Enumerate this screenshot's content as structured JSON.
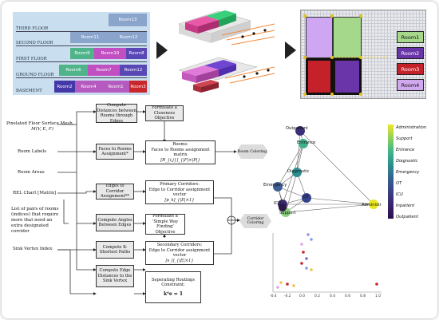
{
  "floor_plan": {
    "floors": [
      "THIRD FLOOR",
      "SECOND FLOOR",
      "FIRST FLOOR",
      "GROUND FLOOR",
      "BASEMENT"
    ],
    "rooms": [
      {
        "label": "Room13",
        "color": "#8aa4cc"
      },
      {
        "label": "Room11",
        "color": "#8aa4cc"
      },
      {
        "label": "Room12",
        "color": "#8aa4cc"
      },
      {
        "label": "Room9",
        "color": "#4fb48a"
      },
      {
        "label": "Room10",
        "color": "#c14fc2"
      },
      {
        "label": "Room8",
        "color": "#5a47b6"
      },
      {
        "label": "Room6",
        "color": "#4fb48a"
      },
      {
        "label": "Room7",
        "color": "#c14fc2"
      },
      {
        "label": "Room12",
        "color": "#5a47b6"
      },
      {
        "label": "Room2",
        "color": "#4437a8"
      },
      {
        "label": "Room4",
        "color": "#b55abf"
      },
      {
        "label": "Room1",
        "color": "#b55abf"
      },
      {
        "label": "Room3",
        "color": "#c8262a"
      }
    ]
  },
  "grid_plan": {
    "legend": [
      {
        "label": "Room1",
        "color": "#a6d88c"
      },
      {
        "label": "Room2",
        "color": "#6a35a8"
      },
      {
        "label": "Room3",
        "color": "#c4212a"
      },
      {
        "label": "Room4",
        "color": "#d0a8ee"
      }
    ]
  },
  "flowchart": {
    "inputs": {
      "mesh": "Pixelated Floor Surface Mesh,",
      "mesh_math": "M(V, E, F)",
      "room_labels": "Room Labels",
      "room_areas": "Room Areas",
      "rel_chart": "REL Chart [Matrix]",
      "pairs": "List of pairs of rooms (indices) that require more that need an extra designated corridor",
      "sink": "Sink Vertex Index"
    },
    "boxes": {
      "compute_distances": "Compute Distances between Rooms through Edges",
      "closeness": "Formulate a Closeness Objective",
      "faces_to_rooms": "Faces to Rooms Assignment*",
      "rooms_matrix_title": "Rooms:",
      "rooms_matrix_sub": "Faces to Rooms assignment matrix",
      "rooms_matrix_math": "[R_{i,j}]_{|F|×|P|}",
      "edges_to_corridor": "Edges to Corridor Assignment**",
      "primary_title": "Primary Corridors:",
      "primary_sub": "Edge to Corridor assignment vector",
      "primary_math": "[p_k]_{|E|×1}",
      "compute_angles": "Compute Angles Between Edges",
      "wayfinding": "Formulate a 'Simple Way Finding' Objective",
      "k_shortest": "Compute K-Shortest Paths",
      "secondary_title": "Secondary Corridors:",
      "secondary_sub": "Edge to Corridor assignment vector",
      "secondary_math": "[s_l]_{|E|×1}",
      "edge_distances": "Compute Edge Distances to the Sink Vertex",
      "separating": "Seperating Routings Constraint:",
      "separating_math": "kᵀe = 1",
      "room_coloring": "Room Coloring",
      "corridor_coloring": "Corridor Coloring"
    }
  },
  "graph": {
    "nodes": [
      {
        "label": "Outpatient",
        "color": "#3b2f7a"
      },
      {
        "label": "Entrance",
        "color": "#3fb18d"
      },
      {
        "label": "Diagnostic",
        "color": "#2f8d92"
      },
      {
        "label": "Emergency",
        "color": "#3f5f94"
      },
      {
        "label": "OT",
        "color": "#35418a"
      },
      {
        "label": "ICU",
        "color": "#3b2a6e"
      },
      {
        "label": "Inpatient",
        "color": "#2c1846"
      },
      {
        "label": "Support",
        "color": "#8ad07d"
      },
      {
        "label": "Administr",
        "color": "#e8e71f"
      }
    ],
    "colorbar_labels": [
      "Administration",
      "Support",
      "Entrance",
      "Diagnostic",
      "Emergency",
      "OT",
      "ICU",
      "Inpatient",
      "Outpatient"
    ]
  },
  "scatter": {
    "x_ticks": [
      "-0.4",
      "-0.2",
      "0.0",
      "0.2",
      "0.4",
      "0.6",
      "0.8",
      "1.0"
    ]
  }
}
